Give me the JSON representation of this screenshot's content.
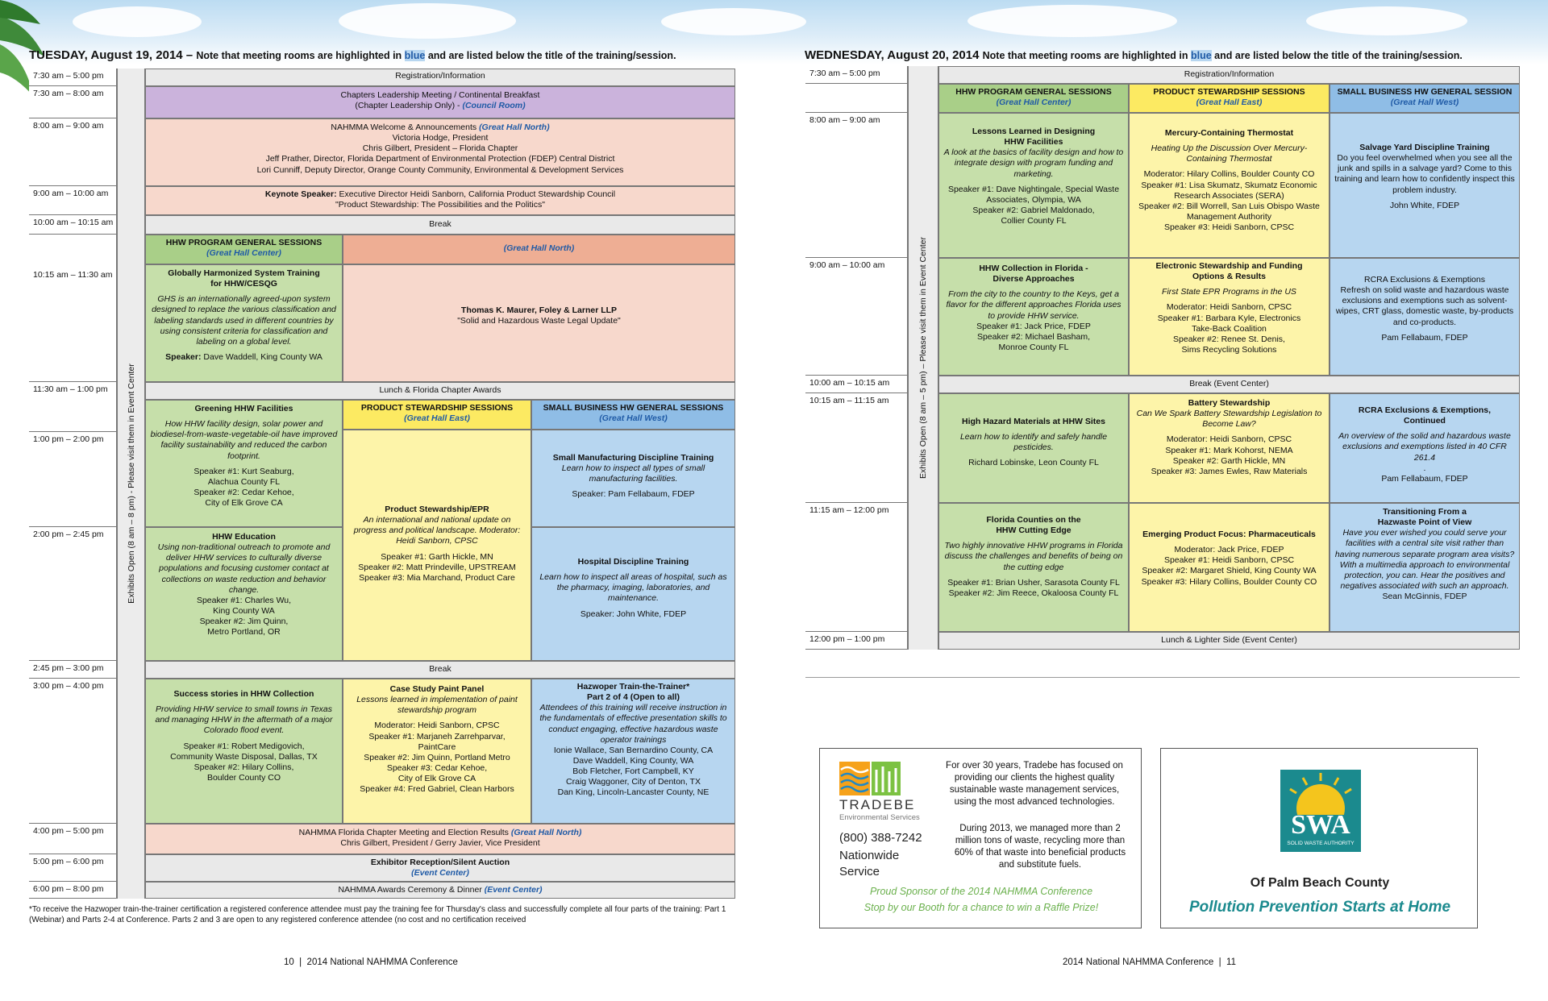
{
  "left": {
    "heading_day": "TUESDAY, August 19, 2014 – ",
    "heading_note_a": "Note that meeting rooms are highlighted in ",
    "heading_blue": "blue",
    "heading_note_b": " and are listed below the title of the training/session.",
    "exhibits": "Exhibits Open (8 am – 8 pm) - Please visit them in Event Center",
    "times": [
      "7:30 am – 5:00 pm",
      "7:30 am – 8:00 am",
      "8:00 am – 9:00 am",
      "9:00 am – 10:00 am",
      "10:00 am – 10:15 am",
      "10:15 am – 11:30 am",
      "11:30 am – 1:00 pm",
      "1:00 pm – 2:00 pm",
      "2:00 pm – 2:45 pm",
      "2:45 pm – 3:00 pm",
      "3:00 pm – 4:00 pm",
      "4:00 pm – 5:00 pm",
      "5:00 pm – 6:00 pm",
      "6:00 pm – 8:00 pm"
    ],
    "registration": "Registration/Information",
    "chapters": [
      "Chapters Leadership Meeting / Continental Breakfast",
      "(Chapter Leadership Only) - "
    ],
    "chapters_room": "(Council Room)",
    "welcome_title": "NAHMMA Welcome & Announcements ",
    "welcome_room": "(Great Hall North)",
    "welcome_lines": [
      "Victoria Hodge, President",
      "Chris Gilbert, President – Florida Chapter",
      "Jeff Prather, Director, Florida Department of Environmental Protection (FDEP) Central District",
      "Lori Cunniff, Deputy Director, Orange County Community, Environmental & Development Services"
    ],
    "keynote_label": "Keynote Speaker: ",
    "keynote_text": "Executive Director Heidi Sanborn, California Product Stewardship Council",
    "keynote_quote": "\"Product Stewardship: The Possibilities and the Politics\"",
    "break1": "Break",
    "hhw_header": "HHW PROGRAM GENERAL SESSIONS",
    "hhw_room": "(Great Hall Center)",
    "north_room": "(Great Hall North)",
    "ghs_title": [
      "Globally Harmonized System Training",
      "for HHW/CESQG"
    ],
    "ghs_desc": "GHS is an internationally agreed-upon system designed to replace the various classification and labeling standards used in different countries by using consistent criteria for classification and labeling on a global level.",
    "ghs_speaker_label": "Speaker: ",
    "ghs_speaker": "Dave Waddell, King County WA",
    "maurer_title": "Thomas K. Maurer, Foley & Larner LLP",
    "maurer_quote": "\"Solid and Hazardous Waste Legal Update\"",
    "lunch": "Lunch & Florida Chapter Awards",
    "ps_header": "PRODUCT STEWARDSHIP SESSIONS",
    "ps_room": "(Great Hall East)",
    "sb_header": "SMALL BUSINESS HW GENERAL SESSIONS",
    "sb_room": "(Great Hall West)",
    "greening_title": "Greening HHW Facilities",
    "greening_desc": "How HHW facility design, solar power and biodiesel-from-waste-vegetable-oil have improved facility sustainability and reduced the carbon footprint.",
    "greening_speakers": [
      "Speaker #1: Kurt Seaburg,",
      "Alachua County FL",
      "Speaker #2: Cedar Kehoe,",
      "City of Elk Grove CA"
    ],
    "epr_title": "Product Stewardship/EPR",
    "epr_desc": "An international and national update on progress and political landscape. Moderator: Heidi Sanborn, CPSC",
    "epr_speakers": [
      "Speaker #1: Garth Hickle, MN",
      "Speaker #2: Matt Prindeville, UPSTREAM",
      "Speaker #3: Mia Marchand, Product Care"
    ],
    "smd_title": "Small Manufacturing Discipline Training",
    "smd_desc": "Learn how to inspect all types of small manufacturing facilities.",
    "smd_speaker": "Speaker: Pam Fellabaum, FDEP",
    "edu_title": "HHW Education",
    "edu_desc": "Using non-traditional outreach to promote and deliver HHW services to culturally diverse populations and focusing customer contact at collections on waste reduction and behavior change.",
    "edu_speakers": [
      "Speaker #1: Charles Wu,",
      "King County WA",
      "Speaker #2: Jim Quinn,",
      "Metro Portland, OR"
    ],
    "hosp_title": "Hospital Discipline Training",
    "hosp_desc": "Learn how to inspect all areas of hospital, such as the pharmacy, imaging, laboratories, and maintenance.",
    "hosp_speaker": "Speaker: John White, FDEP",
    "break2": "Break",
    "success_title": "Success stories in HHW Collection",
    "success_desc": "Providing HHW service to small towns in Texas and managing HHW in the aftermath of a major Colorado flood event.",
    "success_speakers": [
      "Speaker #1: Robert Medigovich,",
      "Community Waste Disposal, Dallas, TX",
      "Speaker #2: Hilary Collins,",
      "Boulder County CO"
    ],
    "paint_title": "Case Study Paint Panel",
    "paint_desc": "Lessons learned in implementation of paint stewardship program",
    "paint_speakers": [
      "Moderator: Heidi Sanborn, CPSC",
      "Speaker #1: Marjaneh Zarrehparvar,",
      "PaintCare",
      "Speaker #2: Jim Quinn, Portland Metro",
      "Speaker #3: Cedar Kehoe,",
      "City of Elk Grove CA",
      "Speaker #4: Fred Gabriel, Clean Harbors"
    ],
    "hazwoper_title": [
      "Hazwoper Train-the-Trainer*",
      "Part 2 of 4 (Open to all)"
    ],
    "hazwoper_desc": "Attendees of this training will receive instruction in the fundamentals of effective presentation skills to conduct engaging, effective hazardous waste operator trainings",
    "hazwoper_speakers": [
      "Ionie Wallace, San Bernardino County, CA",
      "Dave Waddell, King County, WA",
      "Bob Fletcher, Fort Campbell, KY",
      "Craig Waggoner, City of Denton, TX",
      "Dan King, Lincoln-Lancaster County, NE"
    ],
    "chapter_meeting": "NAHMMA Florida Chapter Meeting and Election Results ",
    "chapter_meeting_room": "(Great Hall North)",
    "chapter_meeting_line": "Chris Gilbert, President / Gerry Javier, Vice President",
    "exhibitor_title": "Exhibitor Reception/Silent Auction",
    "exhibitor_room": "(Event Center)",
    "awards": "NAHMMA Awards Ceremony & Dinner ",
    "awards_room": "(Event Center)",
    "footnote": "*To receive the Hazwoper train-the-trainer certification a registered conference attendee must pay the training fee for Thursday's class and successfully complete all four parts of the training: Part 1 (Webinar) and Parts 2-4 at Conference. Parts 2 and 3 are open to any registered conference attendee (no cost and no certification received",
    "page_number": "10  |  2014 National NAHMMA Conference"
  },
  "right": {
    "heading_day": "WEDNESDAY, August 20, 2014 ",
    "heading_note_a": "Note that meeting rooms are highlighted in ",
    "heading_blue": "blue",
    "heading_note_b": " and are listed below the title of the training/session.",
    "exhibits": "Exhibits Open (8 am – 5 pm) – Please visit them in Event Center",
    "times": [
      "7:30 am – 5:00 pm",
      "8:00 am – 9:00 am",
      "9:00 am – 10:00 am",
      "10:00 am – 10:15 am",
      "10:15 am – 11:15 am",
      "11:15 am – 12:00 pm",
      "12:00 pm – 1:00 pm"
    ],
    "registration": "Registration/Information",
    "hhw_header": "HHW PROGRAM GENERAL SESSIONS",
    "hhw_room": "(Great Hall Center)",
    "ps_header": "PRODUCT STEWARDSHIP SESSIONS",
    "ps_room": "(Great Hall East)",
    "sb_header": "SMALL BUSINESS HW GENERAL SESSION",
    "sb_room": "(Great Hall West)",
    "lessons_title": [
      "Lessons Learned in Designing",
      "HHW Facilities"
    ],
    "lessons_desc": "A look at the basics of facility design and how to integrate design with program funding and marketing.",
    "lessons_speakers": [
      "Speaker #1: Dave Nightingale, Special Waste",
      "Associates, Olympia, WA",
      "Speaker #2: Gabriel Maldonado,",
      "Collier County FL"
    ],
    "mercury_title": "Mercury-Containing Thermostat",
    "mercury_desc": "Heating Up the Discussion Over Mercury-Containing Thermostat",
    "mercury_speakers": [
      "Moderator: Hilary Collins, Boulder County CO",
      "Speaker #1: Lisa Skumatz, Skumatz Economic",
      "Research Associates (SERA)",
      "Speaker #2: Bill Worrell, San Luis Obispo Waste",
      "Management Authority",
      "Speaker #3: Heidi Sanborn, CPSC"
    ],
    "salvage_title": "Salvage Yard Discipline Training",
    "salvage_desc": "Do you feel overwhelmed when you see all the junk and spills in a salvage yard? Come to this training and learn how to confidently inspect this problem industry.",
    "salvage_speaker": "John White, FDEP",
    "collection_title": [
      "HHW Collection in Florida -",
      "Diverse Approaches"
    ],
    "collection_desc": "From the city to the country to the Keys, get a flavor for the different approaches Florida uses to provide HHW service.",
    "collection_speakers": [
      "Speaker #1: Jack Price, FDEP",
      "Speaker #2: Michael Basham,",
      "Monroe County FL"
    ],
    "electronic_title": [
      "Electronic Stewardship and Funding",
      "Options & Results"
    ],
    "electronic_desc": "First State EPR Programs in the US",
    "electronic_speakers": [
      "Moderator: Heidi Sanborn, CPSC",
      "Speaker #1: Barbara Kyle, Electronics",
      "Take-Back Coalition",
      "Speaker #2: Renee St. Denis,",
      "Sims Recycling Solutions"
    ],
    "rcra_title": "RCRA Exclusions & Exemptions",
    "rcra_desc": "Refresh on solid waste and hazardous waste exclusions and exemptions such as solvent-wipes, CRT glass, domestic waste, by-products and co-products.",
    "rcra_speaker": "Pam Fellabaum, FDEP",
    "break": "Break (Event Center)",
    "hazard_title": "High Hazard Materials at HHW Sites",
    "hazard_desc": "Learn how to identify and safely handle pesticides.",
    "hazard_speaker": "Richard Lobinske, Leon County FL",
    "battery_title": "Battery Stewardship",
    "battery_desc": "Can We Spark Battery Stewardship Legislation to Become Law?",
    "battery_speakers": [
      "Moderator: Heidi Sanborn, CPSC",
      "Speaker #1: Mark Kohorst, NEMA",
      "Speaker #2: Garth Hickle, MN",
      "Speaker #3: James Ewles, Raw Materials"
    ],
    "rcra2_title": [
      "RCRA Exclusions & Exemptions,",
      "Continued"
    ],
    "rcra2_desc": "An overview of the solid and hazardous waste exclusions and exemptions listed in 40 CFR 261.4",
    "rcra2_dot": ".",
    "rcra2_speaker": "Pam Fellabaum, FDEP",
    "counties_title": [
      "Florida Counties on the",
      "HHW Cutting Edge"
    ],
    "counties_desc": "Two highly innovative HHW programs in Florida discuss the challenges and benefits of being on the cutting edge",
    "counties_speakers": [
      "Speaker #1: Brian Usher, Sarasota County FL",
      "Speaker #2: Jim Reece, Okaloosa County FL"
    ],
    "pharma_title": "Emerging Product Focus: Pharmaceuticals",
    "pharma_speakers": [
      "Moderator: Jack Price, FDEP",
      "Speaker #1: Heidi Sanborn, CPSC",
      "Speaker #2: Margaret Shield, King County WA",
      "Speaker #3: Hilary Collins, Boulder County CO"
    ],
    "transition_title": [
      "Transitioning From a",
      "Hazwaste Point of View"
    ],
    "transition_desc": "Have you ever wished you could serve your facilities with a central site visit rather than having numerous separate program area visits? With a multimedia approach to environmental protection, you can. Hear the positives and negatives associated with such an approach.",
    "transition_speaker": "Sean McGinnis, FDEP",
    "lunch": "Lunch & Lighter Side (Event Center)",
    "page_number": "2014 National NAHMMA Conference  |  11"
  },
  "ads": {
    "tradebe_name": "TRADEBE",
    "tradebe_sub": "Environmental Services",
    "tradebe_phone": "(800) 388-7242",
    "tradebe_nation": [
      "Nationwide",
      "Service"
    ],
    "tradebe_text1": "For over 30 years, Tradebe has focused on providing our clients the highest quality sustainable waste management services, using the most advanced technologies.",
    "tradebe_text2": "During 2013, we managed more than 2 million tons of waste, recycling more than 60% of that waste into beneficial products and substitute fuels.",
    "tradebe_promo1": "Proud Sponsor of the 2014 NAHMMA Conference",
    "tradebe_promo2": "Stop by our Booth for a chance to win a Raffle Prize!",
    "swa_letters": "SWA",
    "swa_sub": "SOLID WASTE AUTHORITY",
    "swa_county": "Of Palm Beach County",
    "swa_slogan": "Pollution Prevention Starts at Home"
  },
  "colors": {
    "room_blue": "#1f5aa6",
    "hhw_green": "#c6dfaa",
    "ps_yellow": "#fdf4a9",
    "sb_blue": "#b7d6f0",
    "peach": "#f7d8cc",
    "purple": "#cbb3dc",
    "salmon": "#eeae94",
    "swa_teal": "#1b8a8e",
    "swa_yellow": "#f4c51d"
  }
}
